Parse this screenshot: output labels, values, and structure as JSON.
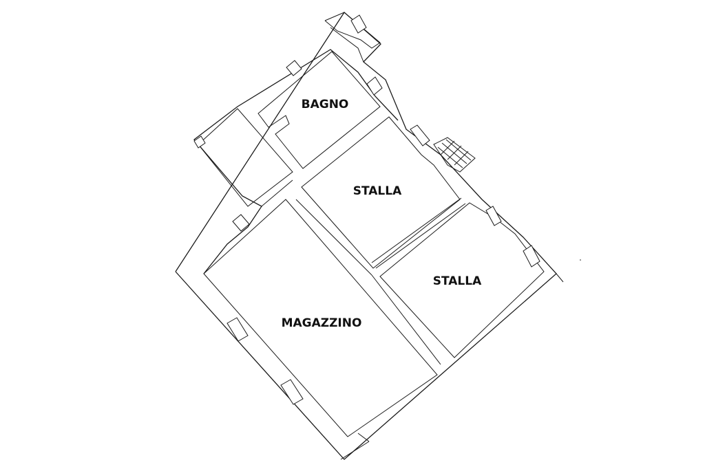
{
  "floor_plan": {
    "rooms": [
      {
        "id": "bagno",
        "label": "BAGNO"
      },
      {
        "id": "stalla-1",
        "label": "STALLA"
      },
      {
        "id": "stalla-2",
        "label": "STALLA"
      },
      {
        "id": "magazzino",
        "label": "MAGAZZINO"
      }
    ],
    "colors": {
      "line": "#1a1a1a",
      "background": "#ffffff",
      "text": "#111111"
    }
  }
}
